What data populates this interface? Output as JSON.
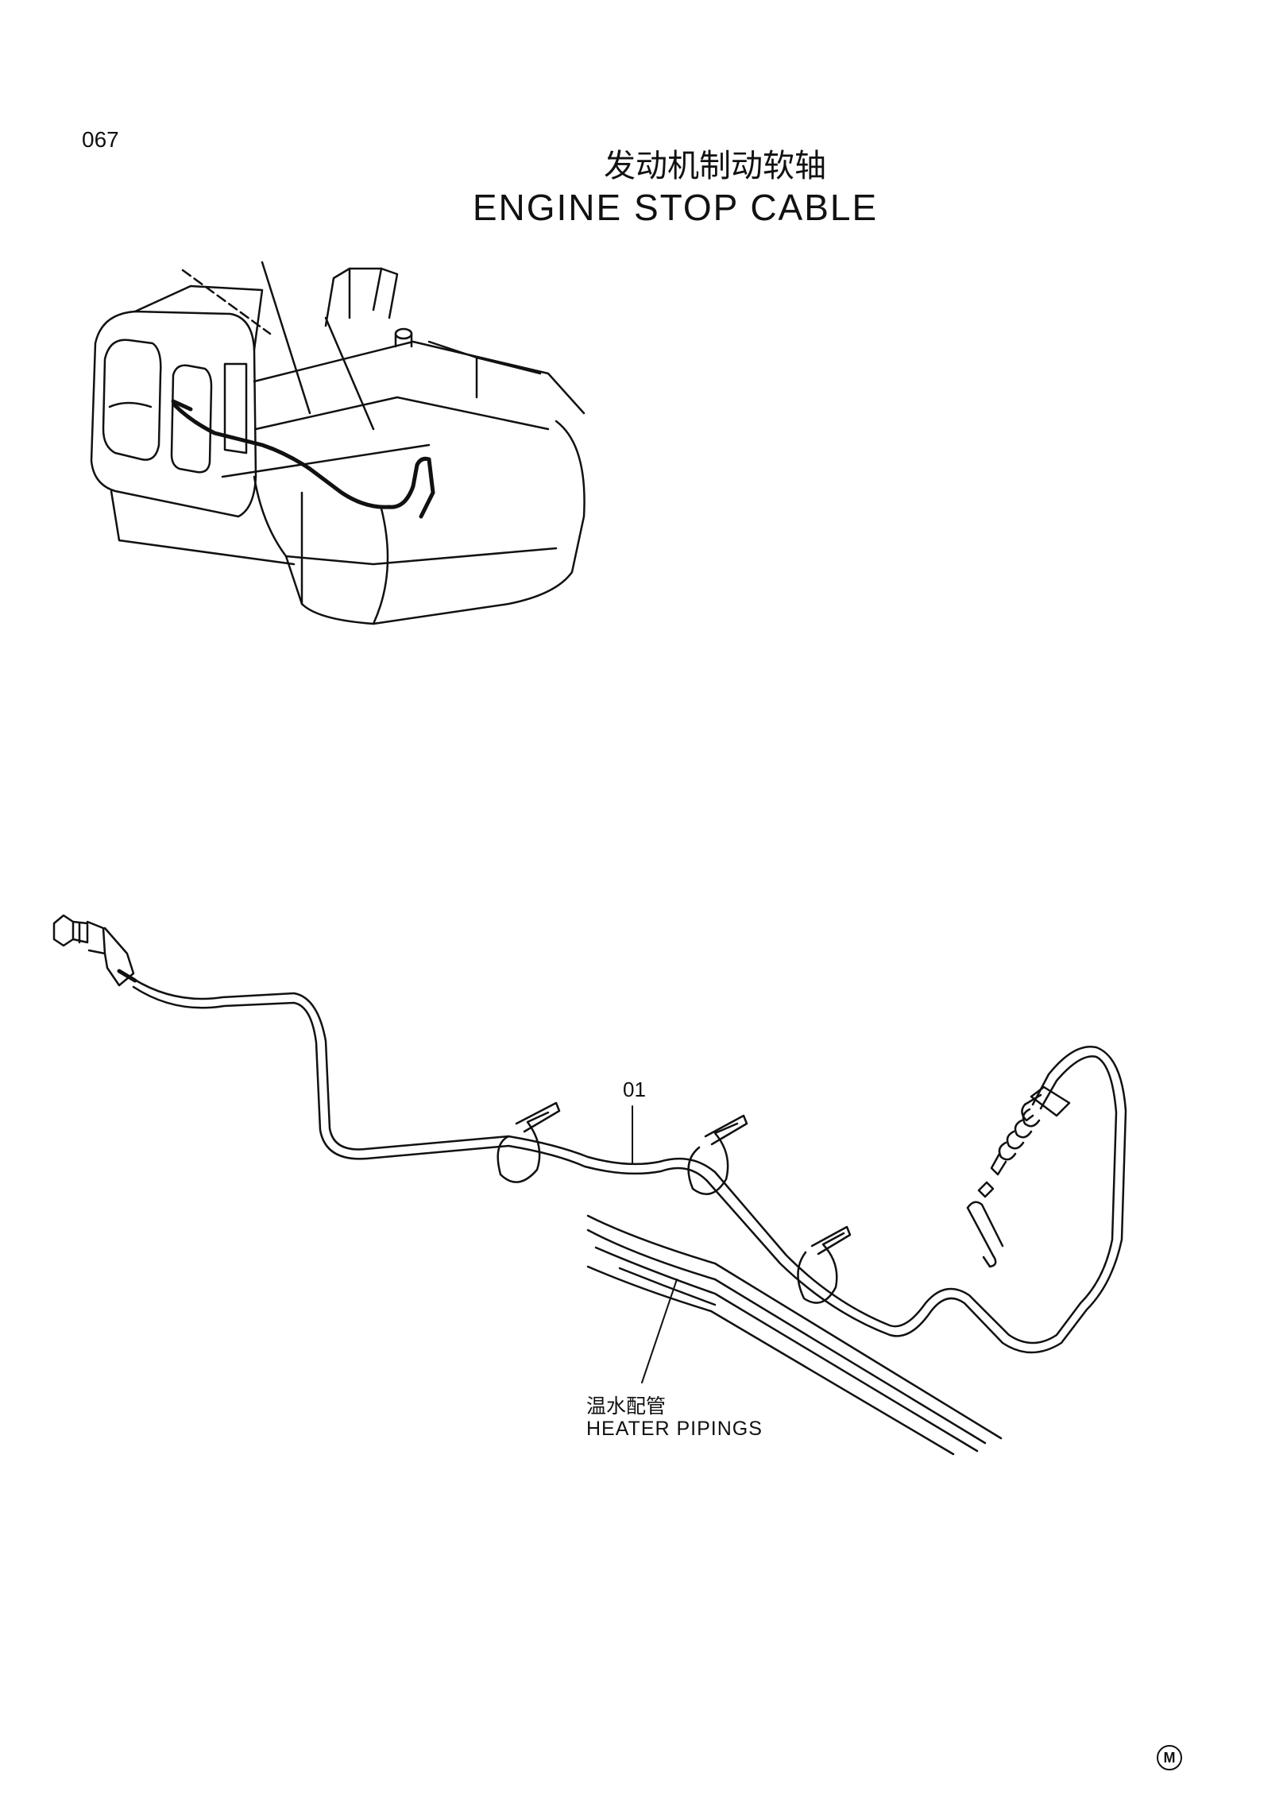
{
  "page_number": "067",
  "title": {
    "chinese": "发动机制动软轴",
    "english": "ENGINE STOP CABLE"
  },
  "callouts": {
    "part_01": "01",
    "heater_pipings_cn": "温水配管",
    "heater_pipings_en": "HEATER PIPINGS"
  },
  "footer_mark": "M"
}
